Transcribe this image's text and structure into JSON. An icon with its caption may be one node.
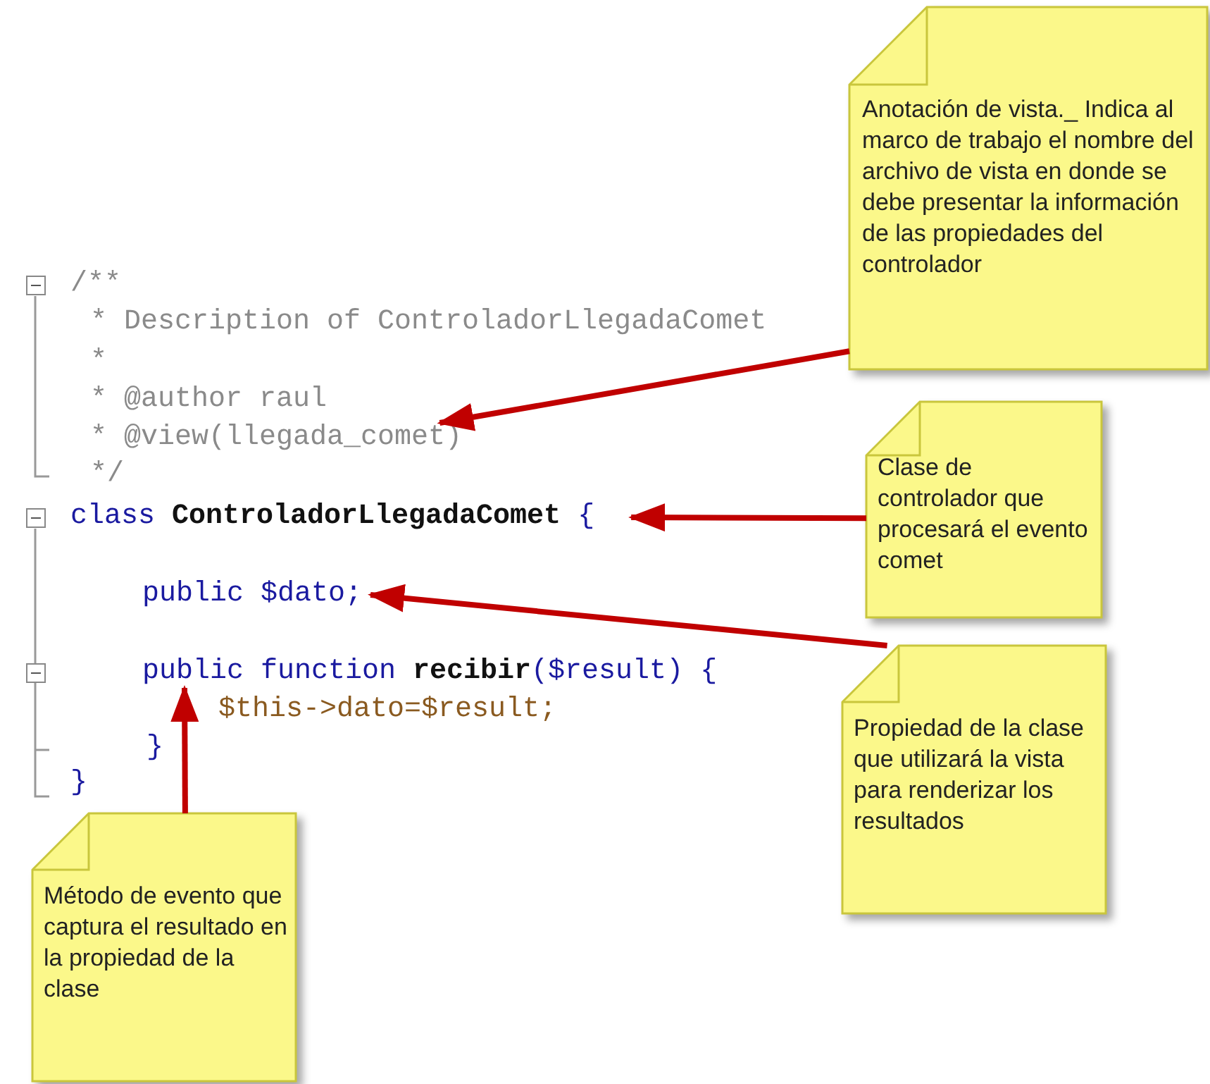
{
  "diagram": {
    "nodes": [
      {
        "text": [
          "Anotación de vista._ Indica al marco de trabajo el nombre del archivo de vista en donde se debe presentar la información de las propiedades del controlador"
        ]
      },
      {
        "text": [
          "Clase de controlador que procesará el evento comet"
        ]
      },
      {
        "text": [
          "Propiedad de la clase que utilizará la vista para renderizar los resultados"
        ]
      },
      {
        "text": [
          "Método de evento que captura el resultado en la propiedad de la clase"
        ]
      },
      {
        "text": [
          "* @view(llegada_comet)"
        ]
      },
      {
        "text": [
          "class **ControladorLlegadaComet** {"
        ]
      },
      {
        "text": [
          "public $dato;"
        ]
      },
      {
        "text": [
          "public function **recibir**($result) {"
        ]
      }
    ],
    "edges": [
      {
        "from": 0,
        "to": 4,
        "arrow": "to"
      },
      {
        "from": 1,
        "to": 5,
        "arrow": "to"
      },
      {
        "from": 2,
        "to": 6,
        "arrow": "to"
      },
      {
        "from": 3,
        "to": 7,
        "arrow": "to"
      }
    ],
    "labels": [
      "/**",
      "* Description of ControladorLlegadaComet",
      "*",
      "* @author raul",
      "*/",
      "$this->dato=$result;",
      "}",
      "}"
    ]
  }
}
